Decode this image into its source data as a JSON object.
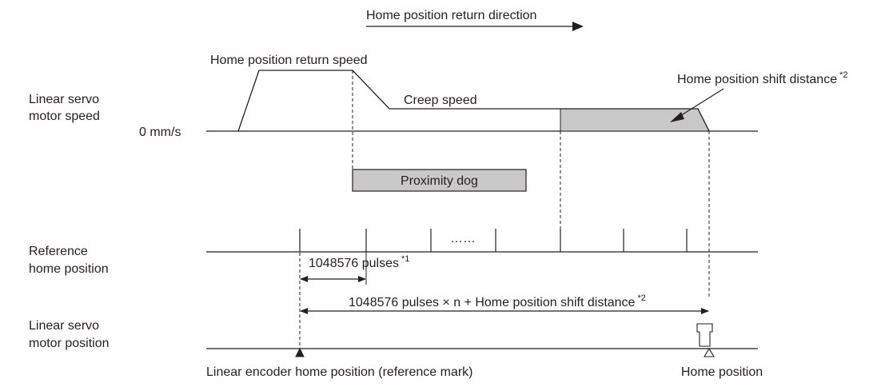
{
  "direction_label": "Home position return direction",
  "speed_section": {
    "label_line1": "Linear servo",
    "label_line2": "motor speed",
    "zero_label": "0 mm/s",
    "return_speed_label": "Home position return speed",
    "creep_speed_label": "Creep speed",
    "shift_distance_label": "Home position shift distance",
    "shift_distance_note": "*2"
  },
  "dog_label": "Proximity dog",
  "reference_section": {
    "label_line1": "Reference",
    "label_line2": "home position",
    "dots": "……",
    "pulse_label": "1048576 pulses",
    "pulse_note": "*1",
    "total_label": "1048576 pulses × n + Home position shift distance",
    "total_note": "*2"
  },
  "position_section": {
    "label_line1": "Linear servo",
    "label_line2": "motor position",
    "encoder_home_label": "Linear encoder home position (reference mark)",
    "home_label": "Home position"
  },
  "colors": {
    "line": "#231f20",
    "fill": "#c8c8c8"
  }
}
